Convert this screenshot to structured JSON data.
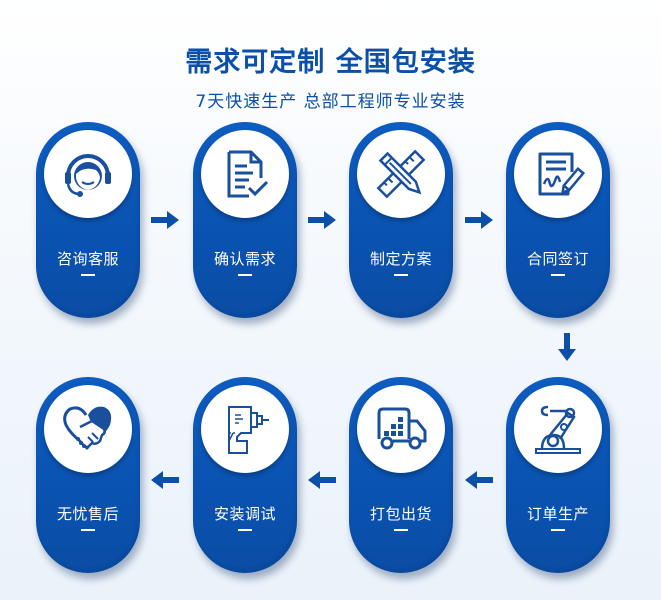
{
  "header": {
    "title": "需求可定制  全国包安装",
    "subtitle": "7天快速生产  总部工程师专业安装"
  },
  "colors": {
    "primary": "#0b55b5",
    "title": "#0b4fa8",
    "icon_stroke": "#1a4f9c"
  },
  "steps": [
    {
      "order": 1,
      "label": "咨询客服",
      "icon": "customer-service-headset-icon"
    },
    {
      "order": 2,
      "label": "确认需求",
      "icon": "document-check-icon"
    },
    {
      "order": 3,
      "label": "制定方案",
      "icon": "ruler-pencil-icon"
    },
    {
      "order": 4,
      "label": "合同签订",
      "icon": "contract-signature-icon"
    },
    {
      "order": 5,
      "label": "订单生产",
      "icon": "robot-arm-icon"
    },
    {
      "order": 6,
      "label": "打包出货",
      "icon": "delivery-truck-icon"
    },
    {
      "order": 7,
      "label": "安装调试",
      "icon": "drill-icon"
    },
    {
      "order": 8,
      "label": "无忧售后",
      "icon": "heart-handshake-icon"
    }
  ]
}
